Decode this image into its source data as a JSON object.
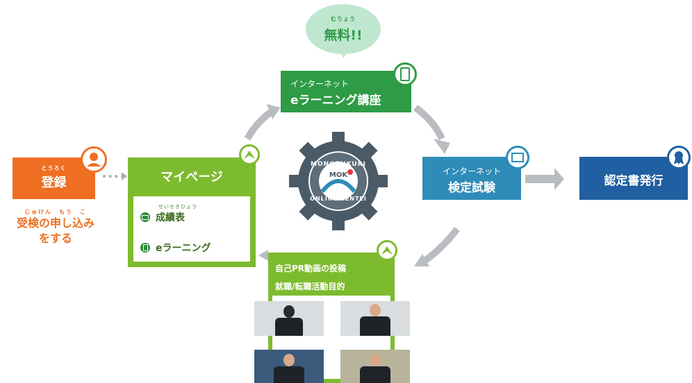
{
  "colors": {
    "registration": "#ee6f21",
    "mypage": "#7dbb2e",
    "elearning": "#2e9b46",
    "exam": "#2f8cb8",
    "certificate": "#205fa1",
    "bubble": "#bfe7cf",
    "arrow": "#b9bdc1",
    "gear": "#4b5a67"
  },
  "registration": {
    "ruby": "とうろく",
    "title": "登録",
    "sub_ruby": "じゅけん　もう　こ",
    "sub_line1": "受検の申し込み",
    "sub_line2": "をする"
  },
  "mypage": {
    "title": "マイページ",
    "items": [
      {
        "ruby": "せいせきひょう",
        "label": "成績表",
        "icon": "monitor-icon"
      },
      {
        "ruby": "",
        "label": "eラーニング",
        "icon": "smartphone-icon"
      }
    ]
  },
  "elearning": {
    "small": "インターネット",
    "big": "eラーニング講座",
    "bubble_ruby": "むりょう",
    "bubble_text": "無料!!"
  },
  "exam": {
    "small": "インターネット",
    "big": "検定試験"
  },
  "certificate": {
    "title": "認定書発行"
  },
  "logo": {
    "top_text": "MONOZUKURI",
    "bottom_text": "ONLINE KENTEI",
    "center_text": "MOK"
  },
  "pr": {
    "line1": "自己PR動画の投稿",
    "line2": "就職/転職活動目的"
  }
}
